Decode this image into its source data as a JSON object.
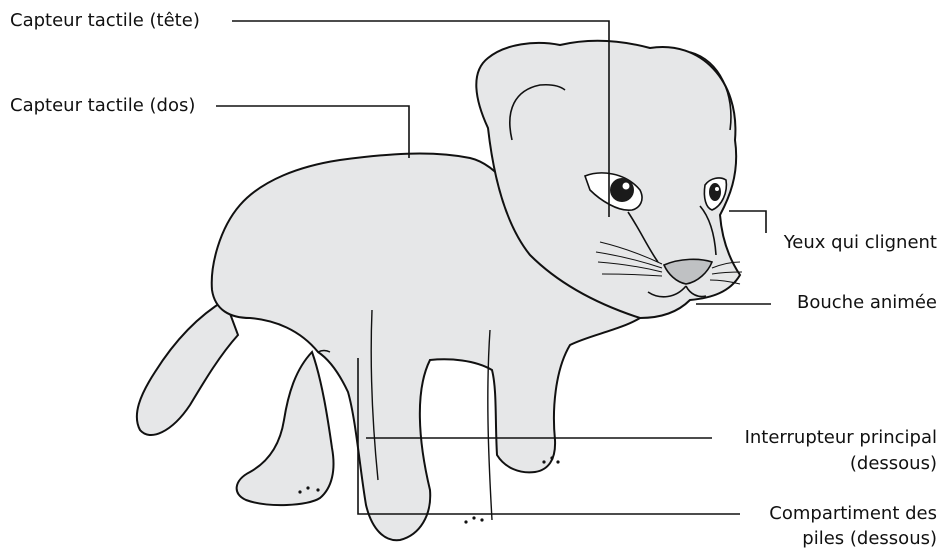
{
  "labels": {
    "touch_head": "Capteur tactile (tête)",
    "touch_back": "Capteur tactile (dos)",
    "blinking_eyes": "Yeux qui clignent",
    "animated_mouth": "Bouche animée",
    "main_switch_line1": "Interrupteur principal",
    "main_switch_line2": "(dessous)",
    "battery_line1": "Compartiment des",
    "battery_line2": "piles (dessous)"
  },
  "colors": {
    "fur": "#e6e7e8",
    "outline": "#111111",
    "eye": "#1b1b1b",
    "nose": "#bfc1c3"
  }
}
